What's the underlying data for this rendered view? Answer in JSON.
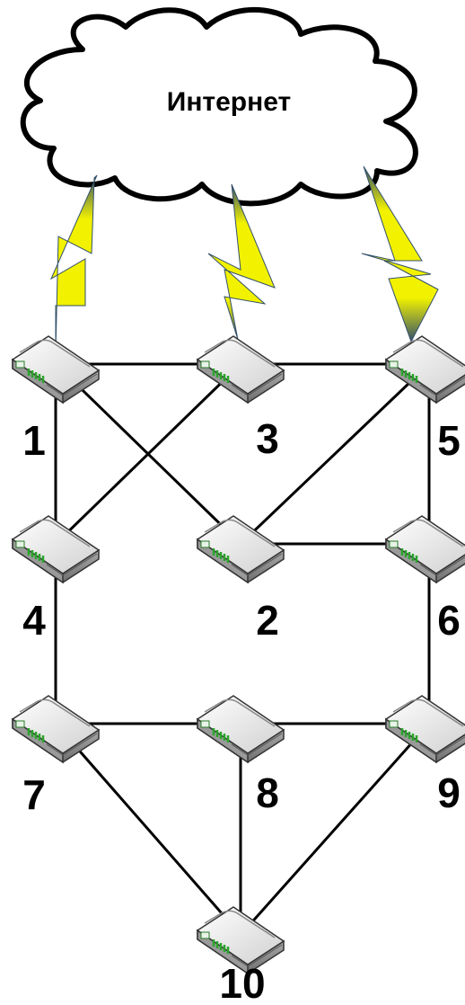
{
  "cloud": {
    "label": "Интернет",
    "icon": "cloud-icon"
  },
  "colors": {
    "link": "#000000",
    "lightning_fill": "#f2f200",
    "lightning_dark": "#33506b",
    "router_light": "#ffffff",
    "router_shade": "#c8c8c8",
    "router_dark": "#7a7a7a",
    "router_green": "#2aa52a"
  },
  "nodes": [
    {
      "id": "1",
      "label": "1"
    },
    {
      "id": "3",
      "label": "3"
    },
    {
      "id": "5",
      "label": "5"
    },
    {
      "id": "4",
      "label": "4"
    },
    {
      "id": "2",
      "label": "2"
    },
    {
      "id": "6",
      "label": "6"
    },
    {
      "id": "7",
      "label": "7"
    },
    {
      "id": "8",
      "label": "8"
    },
    {
      "id": "9",
      "label": "9"
    },
    {
      "id": "10",
      "label": "10"
    }
  ],
  "links": [
    [
      "1",
      "3"
    ],
    [
      "3",
      "5"
    ],
    [
      "1",
      "4"
    ],
    [
      "1",
      "2"
    ],
    [
      "3",
      "4"
    ],
    [
      "5",
      "2"
    ],
    [
      "5",
      "6"
    ],
    [
      "2",
      "6"
    ],
    [
      "4",
      "7"
    ],
    [
      "6",
      "9"
    ],
    [
      "7",
      "8"
    ],
    [
      "8",
      "9"
    ],
    [
      "7",
      "10"
    ],
    [
      "8",
      "10"
    ],
    [
      "9",
      "10"
    ]
  ],
  "internet_links": [
    "1",
    "3",
    "5"
  ]
}
